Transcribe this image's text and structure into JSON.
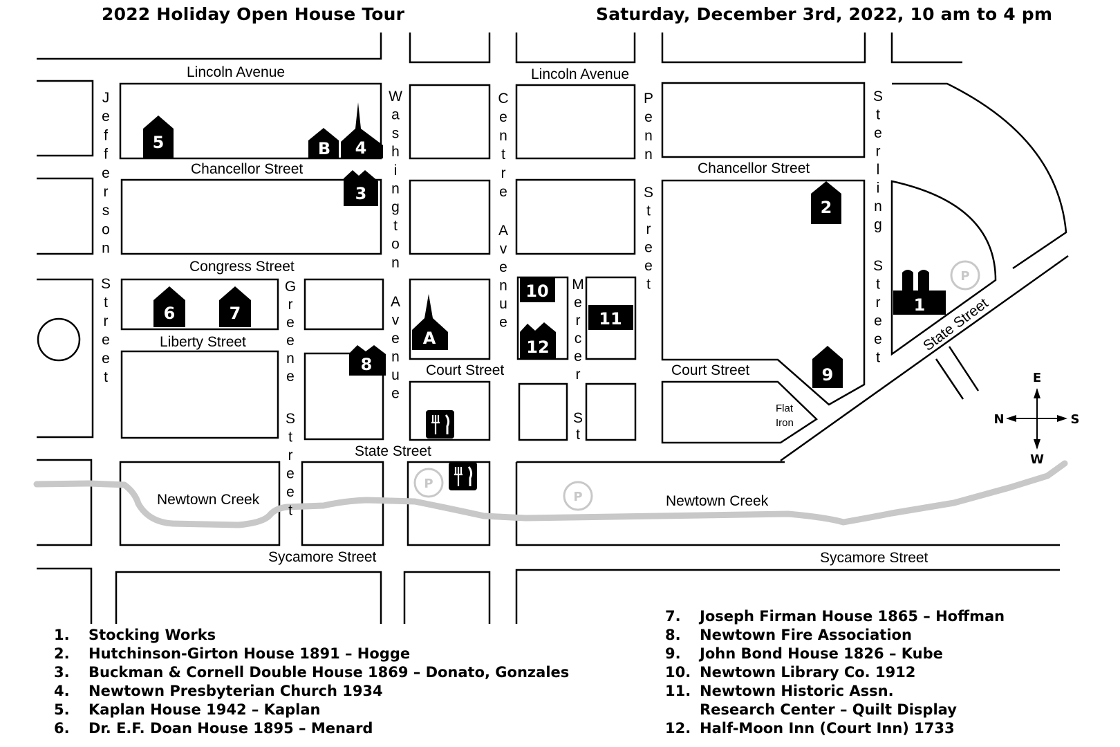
{
  "header": {
    "title": "2022 Holiday Open House Tour",
    "date": "Saturday, December 3rd, 2022,  10 am to 4 pm"
  },
  "streets": {
    "lincoln_left": "Lincoln Avenue",
    "lincoln_right": "Lincoln Avenue",
    "chancellor_left": "Chancellor Street",
    "chancellor_right": "Chancellor Street",
    "congress": "Congress Street",
    "liberty": "Liberty Street",
    "court_mid": "Court Street",
    "court_right": "Court Street",
    "state_mid": "State Street",
    "state_diag": "State Street",
    "sycamore_left": "Sycamore Street",
    "sycamore_right": "Sycamore Street",
    "creek_left": "Newtown Creek",
    "creek_right": "Newtown Creek",
    "jefferson_top": "Jefferson",
    "jefferson_bottom": "Street",
    "washington_top": "Washington",
    "washington_bottom": "Avenue",
    "centre_top": "Centre",
    "centre_bottom": "Avenue",
    "penn_top": "Penn",
    "penn_bottom": "Street",
    "sterling_top": "Sterling",
    "sterling_bottom": "Street",
    "greene_top": "Greene",
    "greene_bottom": "Street",
    "mercer_top": "Mercer",
    "mercer_bottom": "St",
    "flat_iron_1": "Flat",
    "flat_iron_2": "Iron"
  },
  "markers": {
    "m1": "1",
    "m2": "2",
    "m3": "3",
    "m4": "4",
    "m5": "5",
    "m6": "6",
    "m7": "7",
    "m8": "8",
    "m9": "9",
    "m10": "10",
    "m11": "11",
    "m12": "12",
    "mA": "A",
    "mB": "B"
  },
  "parking": {
    "label": "P"
  },
  "compass": {
    "e": "E",
    "w": "W",
    "n": "N",
    "s": "S"
  },
  "legend": {
    "left": [
      {
        "num": "1.",
        "text": "Stocking Works"
      },
      {
        "num": "2.",
        "text": "Hutchinson-Girton House 1891 – Hogge"
      },
      {
        "num": "3.",
        "text": "Buckman & Cornell Double House 1869 – Donato, Gonzales"
      },
      {
        "num": "4.",
        "text": "Newtown Presbyterian Church 1934"
      },
      {
        "num": "5.",
        "text": "Kaplan House 1942 – Kaplan"
      },
      {
        "num": "6.",
        "text": "Dr. E.F. Doan House 1895 – Menard"
      }
    ],
    "right": [
      {
        "num": "7.",
        "text": "Joseph Firman House 1865 – Hoffman"
      },
      {
        "num": "8.",
        "text": "Newtown Fire Association"
      },
      {
        "num": "9.",
        "text": "John Bond House 1826 – Kube"
      },
      {
        "num": "10.",
        "text": "Newtown Library Co. 1912"
      },
      {
        "num": "11.",
        "text": "Newtown Historic Assn."
      },
      {
        "num": "",
        "text": "Research Center – Quilt Display"
      },
      {
        "num": "12.",
        "text": "Half-Moon Inn (Court Inn) 1733"
      }
    ]
  }
}
